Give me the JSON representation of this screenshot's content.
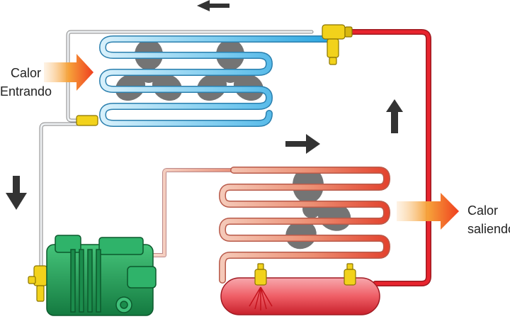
{
  "labels": {
    "heat_in": {
      "line1": "Calor",
      "line2": "Entrando"
    },
    "heat_out": {
      "line1": "Calor",
      "line2": "saliendo"
    }
  },
  "colors": {
    "cold_pipe": "#3bb2e6",
    "cold_pipe_light": "#bfe7fa",
    "hot_pipe": "#e8242e",
    "warm_pipe": "#e46a4f",
    "warm_pipe_light": "#f6d2c6",
    "suction_pipe": "#e8ecef",
    "compressor": "#1f9e58",
    "receiver": "#e8414b",
    "valve": "#f2d21b",
    "heat_arrow": "#f07a1d",
    "flow_arrow": "#333333",
    "fan": "#5a5a5a"
  },
  "icons": [
    "flow-arrow-left",
    "flow-arrow-up",
    "flow-arrow-right",
    "flow-arrow-down",
    "heat-arrow-in",
    "heat-arrow-out",
    "fan-icon"
  ]
}
